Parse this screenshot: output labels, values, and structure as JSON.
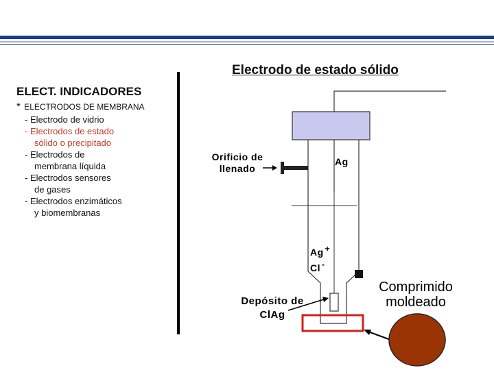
{
  "left_panel": {
    "title": "ELECT. INDICADORES",
    "bullet": "*",
    "subtitle": "ELECTRODOS DE MEMBRANA",
    "items": [
      {
        "line1": "- Electrodo de vidrio",
        "line2": ""
      },
      {
        "line1": "- Electrodos de estado",
        "line2": "sólido o precipitado"
      },
      {
        "line1": "- Electrodos de",
        "line2": "membrana líquida"
      },
      {
        "line1": "- Electrodos sensores",
        "line2": "de gases"
      },
      {
        "line1": "- Electrodos enzimáticos",
        "line2": "y biomembranas"
      }
    ]
  },
  "diagram": {
    "title": "Electrodo de estado sólido",
    "labels": {
      "orificio_1": "Orificio de",
      "orificio_2": "llenado",
      "ag": "Ag",
      "ag_ion": "Ag",
      "ag_charge": "+",
      "cl_ion": "Cl",
      "cl_charge": "-",
      "deposito_1": "Depósito de",
      "deposito_2": "ClAg",
      "comprimido_1": "Comprimido",
      "comprimido_2": "moldeado"
    }
  },
  "colors": {
    "header_bar": "#1f3a93",
    "header_bar_light": "#9db4e0",
    "electrode_cap": "#c9c9ef",
    "highlight_box": "#d02020",
    "pellet": "#9b3404",
    "highlight_text": "#c0392b"
  }
}
